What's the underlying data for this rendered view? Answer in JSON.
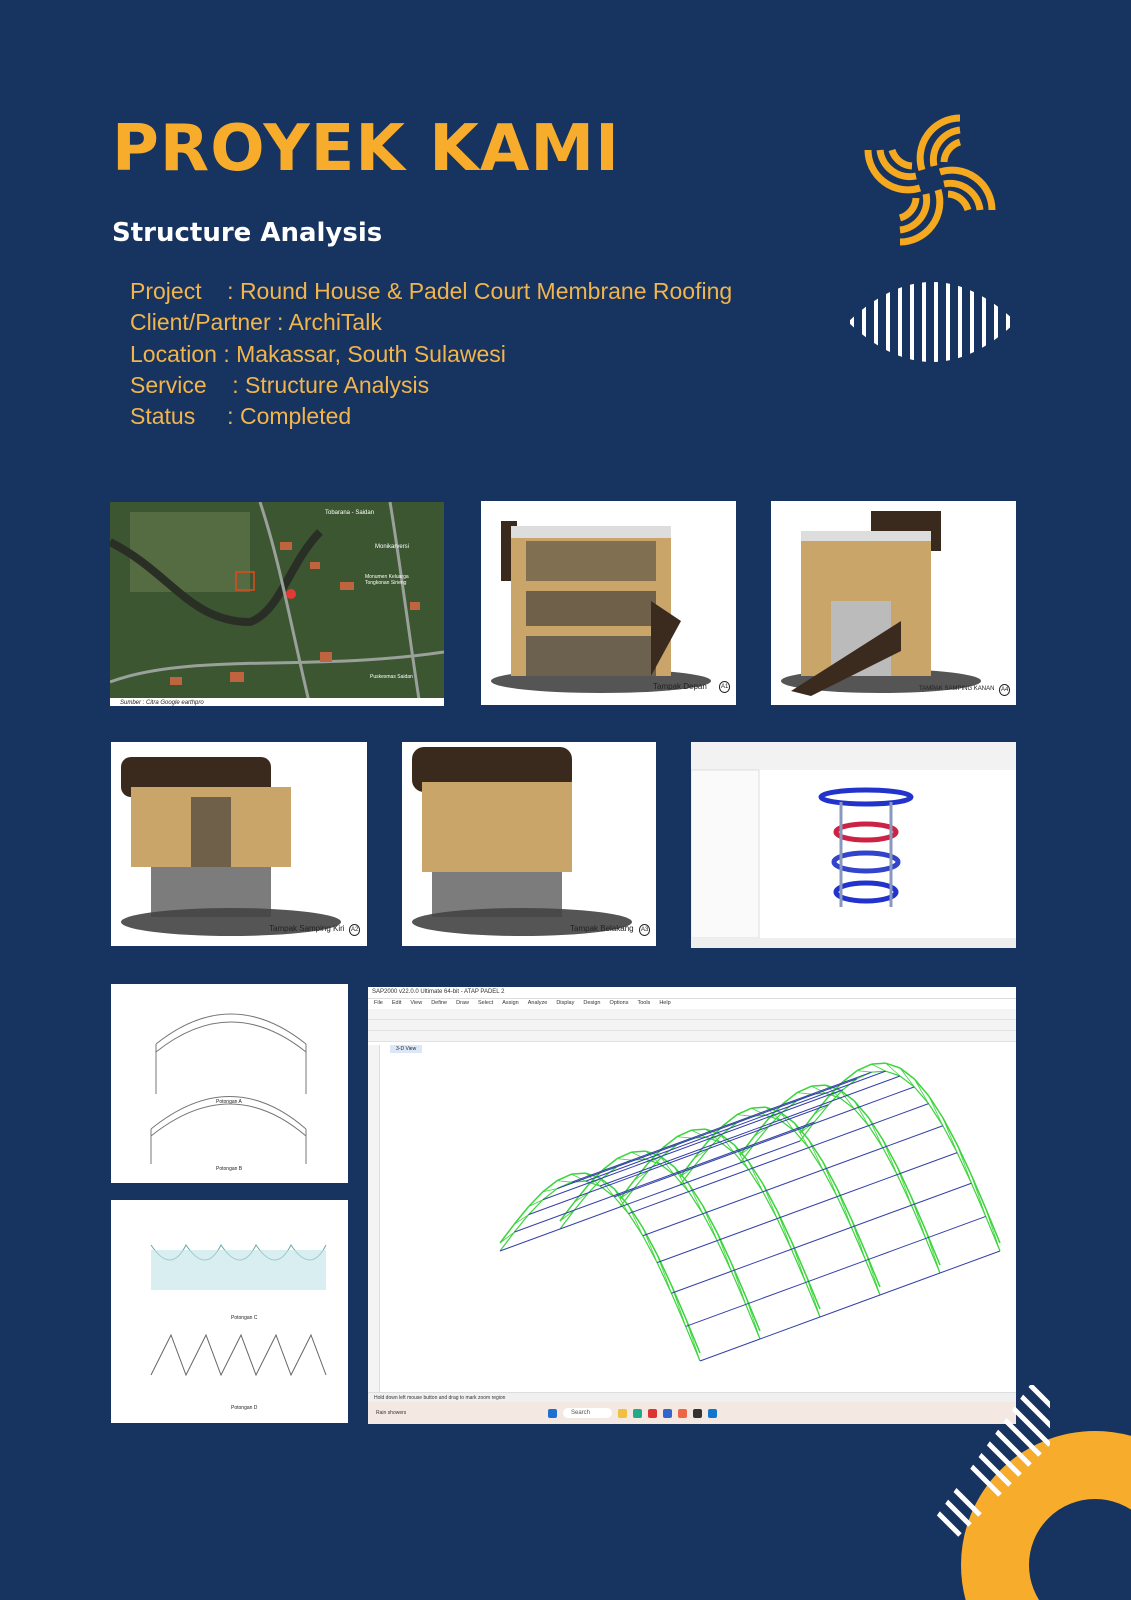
{
  "header": {
    "title": "PROYEK KAMI",
    "subtitle": "Structure Analysis"
  },
  "info": [
    {
      "label": "Project",
      "sep": "    : ",
      "value": "Round House & Padel Court Membrane Roofing"
    },
    {
      "label": "Client/Partner",
      "sep": " : ",
      "value": "ArchiTalk"
    },
    {
      "label": "Location",
      "sep": " : ",
      "value": "Makassar, South Sulawesi"
    },
    {
      "label": "Service",
      "sep": "    : ",
      "value": "Structure Analysis"
    },
    {
      "label": "Status",
      "sep": "     : ",
      "value": "Completed"
    }
  ],
  "gallery": {
    "map": {
      "source": "Sumber : Citra Google earthpro",
      "places": [
        "Tobarana - Saidan",
        "Monikarversi",
        "Monumen Keluarga Tongkonan Sirieng",
        "Puskesmas Saidan"
      ]
    },
    "front": {
      "caption": "Tampak Depan",
      "code": "A1"
    },
    "right": {
      "caption": "TAMPAK SAMPING KANAN",
      "code": "A4"
    },
    "left": {
      "caption": "Tampak Samping Kiri",
      "code": "A2"
    },
    "back": {
      "caption": "Tampak Belakang",
      "code": "A3"
    },
    "drawings": {
      "section_a": "Potongan A",
      "section_b": "Potongan B",
      "section_c": "Potongan C",
      "section_d": "Potongan D"
    },
    "sap": {
      "window_title": "SAP2000 v22.0.0 Ultimate 64-bit - ATAP PADEL 2",
      "menu": [
        "File",
        "Edit",
        "View",
        "Define",
        "Draw",
        "Select",
        "Assign",
        "Analyze",
        "Display",
        "Design",
        "Options",
        "Tools",
        "Help"
      ],
      "view_tab": "3-D View",
      "status": "Hold down left mouse button and drag to mark zoom region",
      "search": "Search",
      "weather": "Rain showers"
    }
  },
  "colors": {
    "background": "#17335f",
    "accent": "#f8ac2c",
    "text": "#ffffff"
  }
}
